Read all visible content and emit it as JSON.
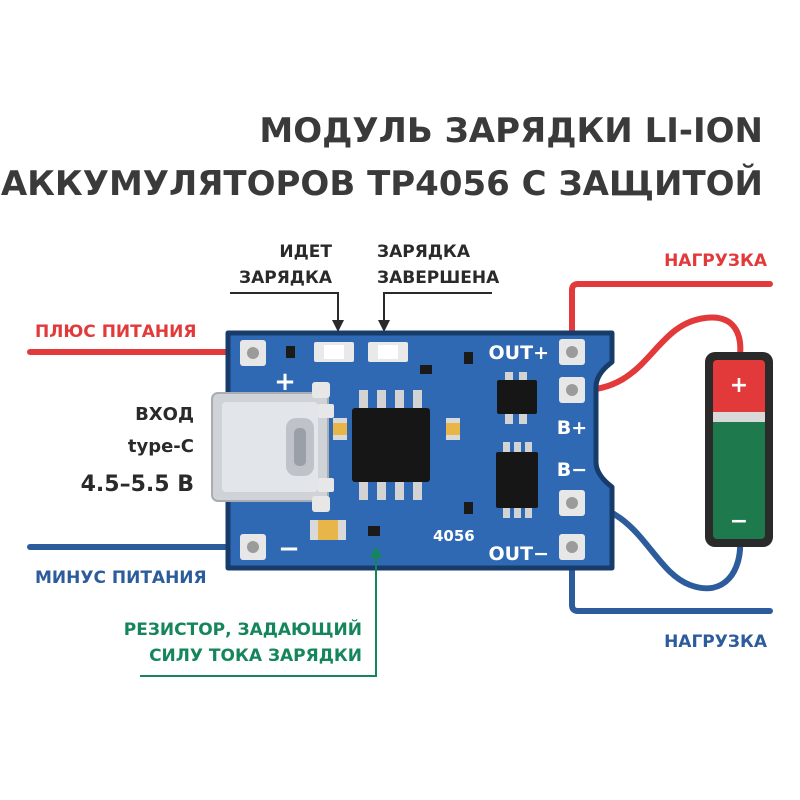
{
  "title": {
    "line1": "МОДУЛЬ ЗАРЯДКИ LI-ION",
    "line2": "АККУМУЛЯТОРОВ TP4056 С ЗАЩИТОЙ"
  },
  "labels": {
    "charging_line1": "ИДЕТ",
    "charging_line2": "ЗАРЯДКА",
    "charged_line1": "ЗАРЯДКА",
    "charged_line2": "ЗАВЕРШЕНА",
    "load_top": "НАГРУЗКА",
    "load_bottom": "НАГРУЗКА",
    "plus_power": "ПЛЮС ПИТАНИЯ",
    "minus_power": "МИНУС ПИТАНИЯ",
    "input_line1": "ВХОД",
    "input_line2": "type-C",
    "input_line3": "4.5–5.5 В",
    "resistor_line1": "РЕЗИСТОР, ЗАДАЮЩИЙ",
    "resistor_line2": "СИЛУ ТОКА ЗАРЯДКИ"
  },
  "board": {
    "out_plus": "OUT+",
    "out_minus": "OUT−",
    "b_plus": "B+",
    "b_minus": "B−",
    "plus_sign": "+",
    "minus_sign": "−",
    "chip": "4056"
  },
  "battery": {
    "plus_sign": "+",
    "minus_sign": "−"
  },
  "colors": {
    "red": "#e23a3a",
    "blue": "#2d5c9c",
    "green": "#15865c",
    "pcb": "#2f68b3",
    "pcb_edge": "#173c6b",
    "battery_green": "#1e7a4c"
  }
}
